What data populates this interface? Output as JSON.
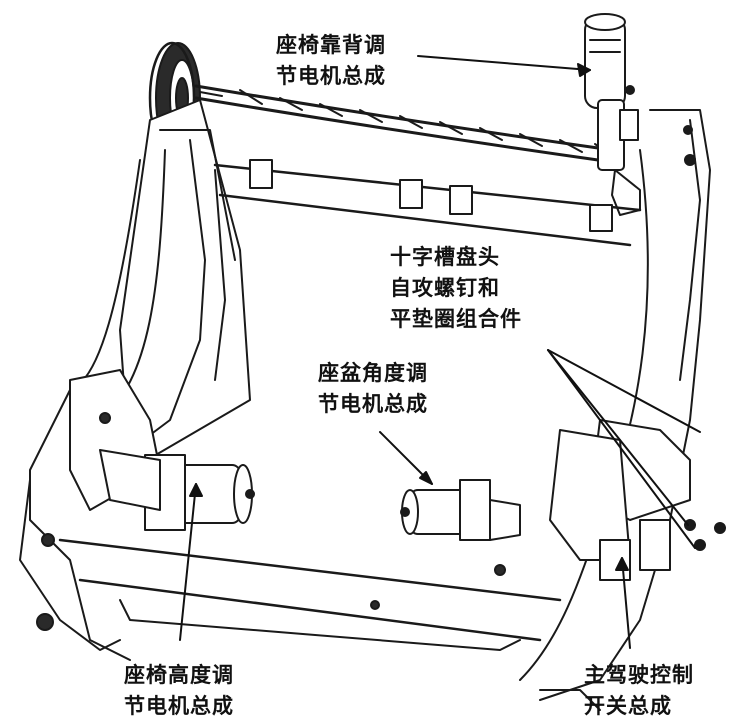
{
  "callouts": {
    "backrest_motor": [
      "座椅靠背调",
      "节电机总成"
    ],
    "screws": [
      "十字槽盘头",
      "自攻螺钉和",
      "平垫圈组合件"
    ],
    "tilt_motor": [
      "座盆角度调",
      "节电机总成"
    ],
    "height_motor": [
      "座椅高度调",
      "节电机总成"
    ],
    "driver_switch": [
      "主驾驶控制",
      "开关总成"
    ]
  },
  "colors": {
    "line": "#1a1a1a",
    "background": "#ffffff"
  }
}
